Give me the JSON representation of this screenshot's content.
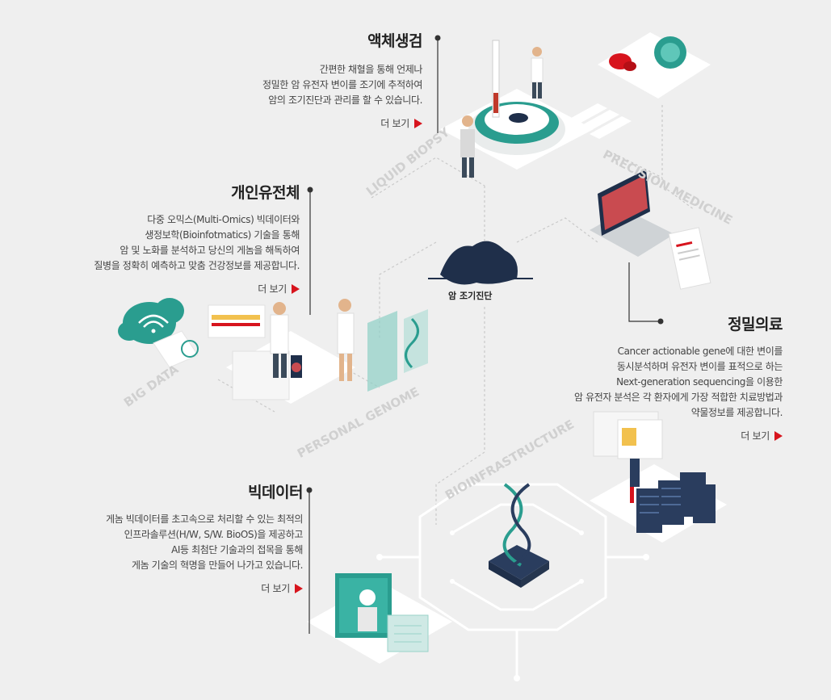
{
  "sections": {
    "liquid_biopsy": {
      "title": "액체생검",
      "lines": [
        "간편한 채혈을 통해 언제나",
        "정밀한 암 유전자 변이를 조기에 추적하여",
        "암의 조기진단과 관리를 할 수 있습니다."
      ],
      "more": "더 보기"
    },
    "personal_genome": {
      "title": "개인유전체",
      "lines": [
        "다중 오믹스(Multi-Omics) 빅데이터와",
        "생정보학(Bioinfotmatics) 기술을 통해",
        "암 및 노화를 분석하고 당신의 게놈을 해독하여",
        "질병을 정확히 예측하고 맞춤 건강정보를 제공합니다."
      ],
      "more": "더 보기"
    },
    "precision_medicine": {
      "title": "정밀의료",
      "lines": [
        "Cancer actionable gene에 대한 변이를",
        "동시분석하며 유전자 변이를 표적으로 하는",
        "Next-generation sequencing을 이용한",
        "암 유전자 분석은 각 환자에게 가장 적합한 치료방법과",
        "약물정보를 제공합니다."
      ],
      "more": "더 보기"
    },
    "big_data": {
      "title": "빅데이터",
      "lines": [
        "게놈 빅데이터를 초고속으로 처리할 수 있는 최적의",
        "인프라솔루션(H/W, S/W. BioOS)을 제공하고",
        "AI등 최첨단 기술과의 접목을 통해",
        "게놈 기술의 혁명을 만들어 나가고 있습니다."
      ],
      "more": "더 보기"
    }
  },
  "diagram_labels": {
    "liquid_biopsy": "LIQUID BIOPSY",
    "precision_medicine": "PRECISION MEDICINE",
    "big_data": "BIG DATA",
    "personal_genome": "PERSONAL GENOME",
    "bioinfrastructure": "BIOINFRASTRUCTURE",
    "center": "암 조기진단"
  },
  "colors": {
    "accent_red": "#d7141d",
    "teal": "#2a9d8f",
    "navy": "#1f2f4a",
    "background": "#efefef"
  }
}
